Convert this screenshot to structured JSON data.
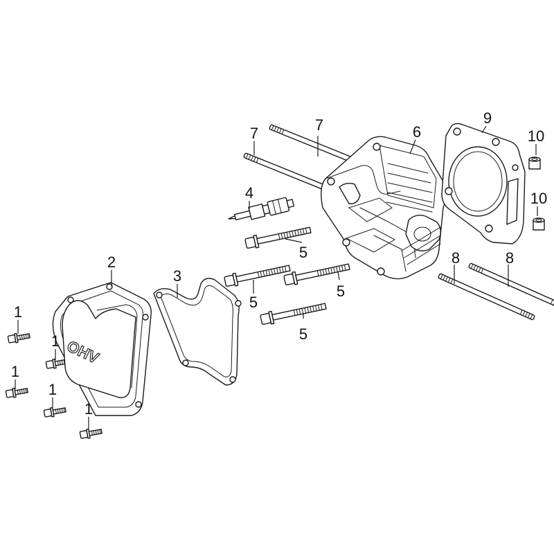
{
  "callouts": {
    "c1a": "1",
    "c1b": "1",
    "c1c": "1",
    "c1d": "1",
    "c1e": "1",
    "c2": "2",
    "c3": "3",
    "c4": "4",
    "c5a": "5",
    "c5b": "5",
    "c5c": "5",
    "c5d": "5",
    "c6": "6",
    "c7a": "7",
    "c7b": "7",
    "c8a": "8",
    "c8b": "8",
    "c9": "9",
    "c10a": "10",
    "c10b": "10"
  },
  "cover_emboss": "OHV",
  "colors": {
    "line": "#1a1a1a",
    "background": "#ffffff"
  }
}
